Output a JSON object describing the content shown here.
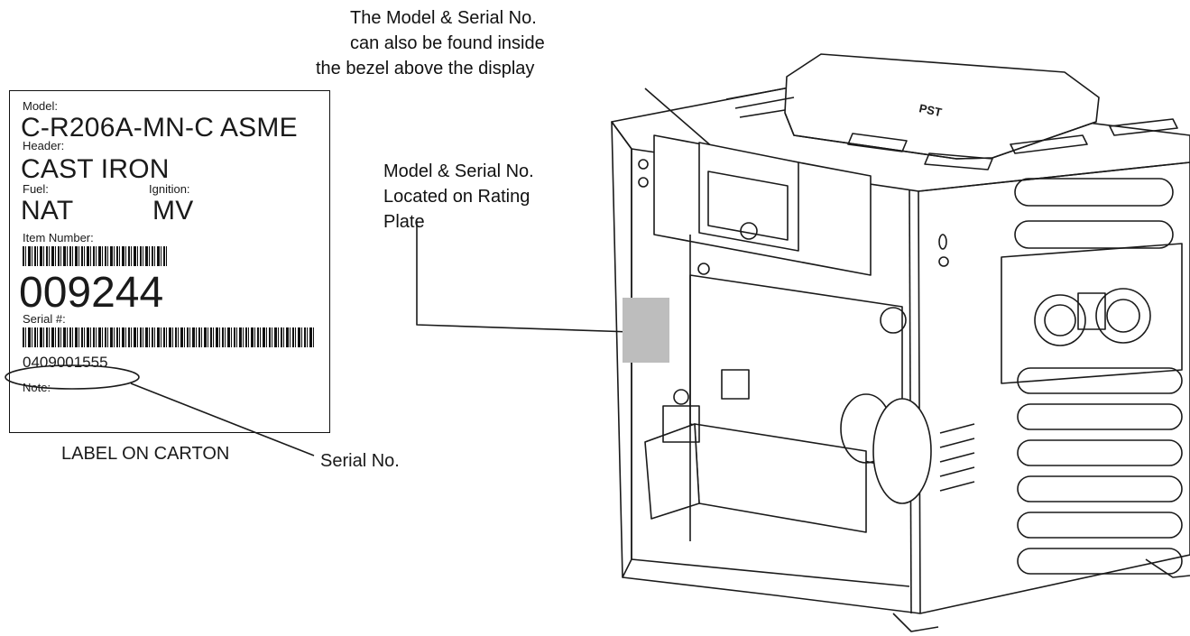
{
  "carton_label": {
    "model_caption": "Model:",
    "model_value": "C-R206A-MN-C ASME",
    "header_caption": "Header:",
    "header_value": "CAST IRON",
    "fuel_caption": "Fuel:",
    "fuel_value": "NAT",
    "ignition_caption": "Ignition:",
    "ignition_value": "MV",
    "item_number_caption": "Item Number:",
    "item_number_value": "009244",
    "serial_caption": "Serial #:",
    "serial_value": "0409001555",
    "note_caption": "Note:"
  },
  "carton_caption": "LABEL ON CARTON",
  "serial_callout": "Serial No.",
  "rating_plate_callout": {
    "line1": "Model & Serial No.",
    "line2": "Located on Rating",
    "line3": "Plate"
  },
  "bezel_callout": {
    "line1": "The Model & Serial No.",
    "line2": "can also be found inside",
    "line3": "the bezel above the display"
  },
  "lid_logo": "PST",
  "colors": {
    "ink": "#1a1a1a",
    "rating_plate": "#bdbdbd",
    "background": "#ffffff"
  }
}
